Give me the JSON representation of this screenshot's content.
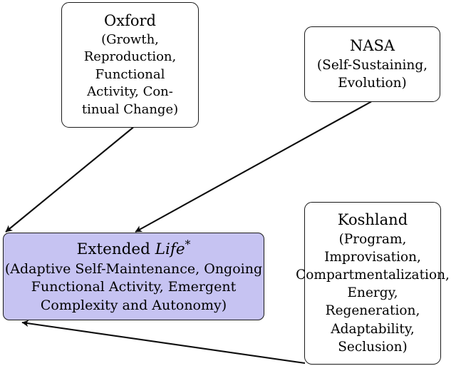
{
  "diagram": {
    "type": "flow-diagram",
    "background_color": "#ffffff",
    "accent_color": "#c6c3f2",
    "line_color": "#1a1a1a"
  },
  "nodes": {
    "oxford": {
      "title": "Oxford",
      "lines": [
        "(Growth,",
        "Reproduction,",
        "Functional",
        "Activity, Con-",
        "tinual Change)"
      ]
    },
    "nasa": {
      "title": "NASA",
      "lines": [
        "(Self-Sustaining,",
        "Evolution)"
      ]
    },
    "koshland": {
      "title": "Koshland",
      "lines": [
        "(Program,",
        "Improvisation,",
        "Compartmentalization,",
        "Energy,",
        "Regeneration,",
        "Adaptability,",
        "Seclusion)"
      ]
    },
    "life": {
      "title_prefix": "Extended ",
      "title_term": "Life",
      "title_marker": "*",
      "lines": [
        "(Adaptive Self-Maintenance, Ongoing",
        "Functional Activity, Emergent",
        "Complexity and Autonomy)"
      ]
    }
  },
  "edges": [
    {
      "name": "oxford-to-life",
      "from": "oxford",
      "to": "life",
      "label": ""
    },
    {
      "name": "nasa-to-life",
      "from": "nasa",
      "to": "life",
      "label": ""
    },
    {
      "name": "koshland-to-life",
      "from": "koshland",
      "to": "life",
      "label": ""
    }
  ]
}
